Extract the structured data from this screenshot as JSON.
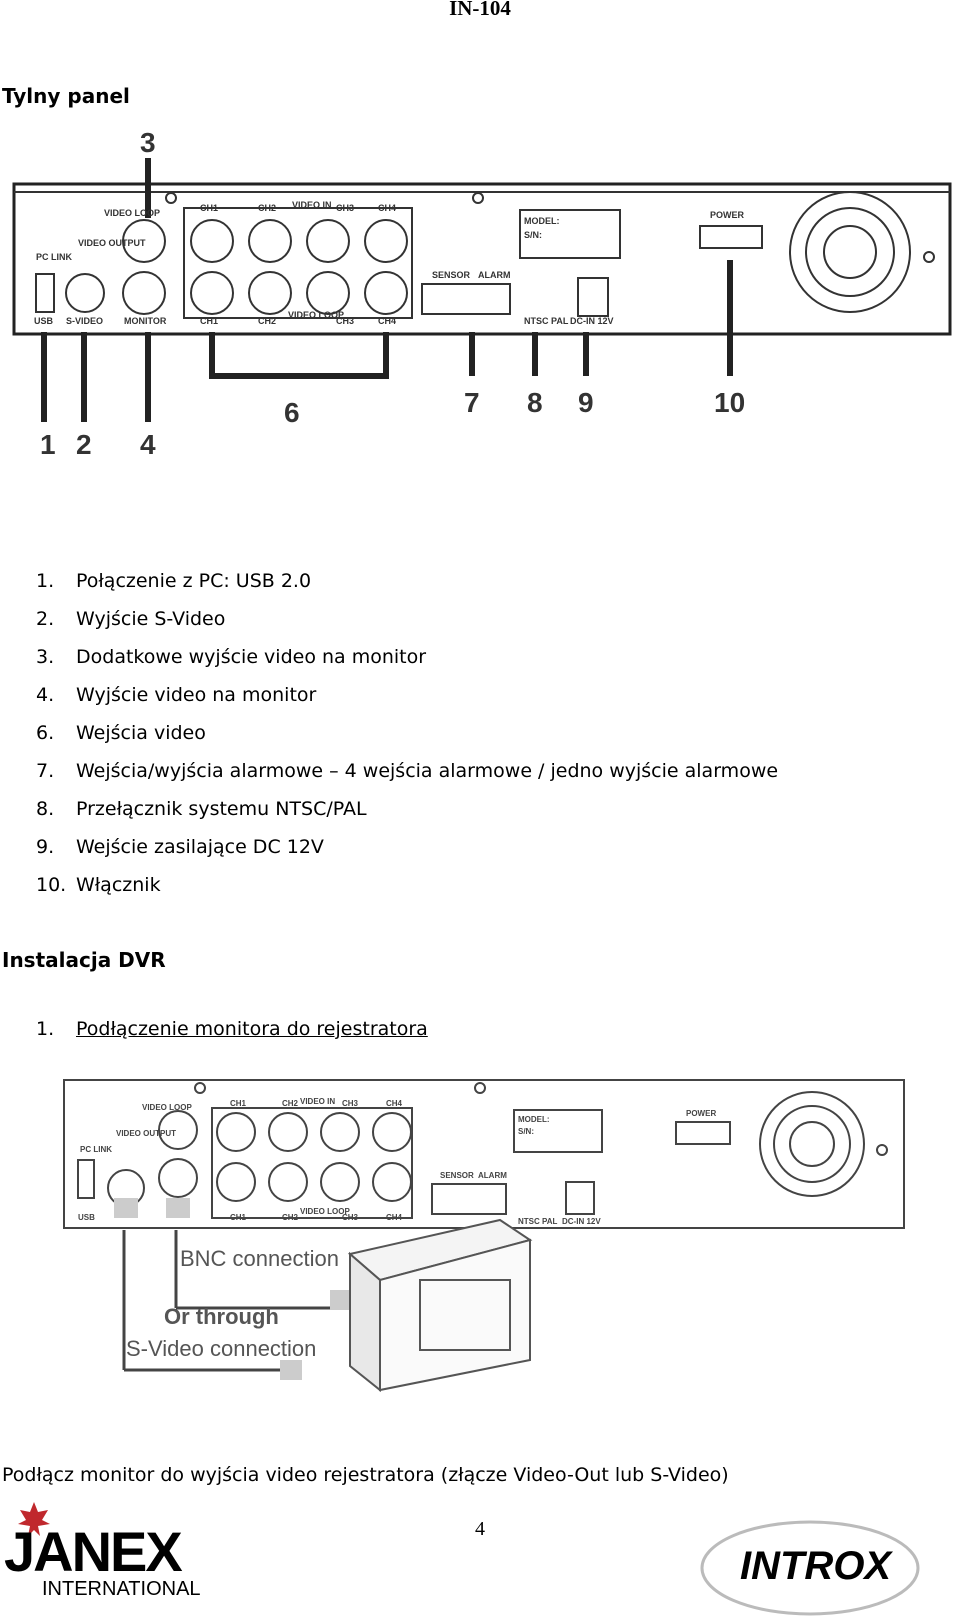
{
  "doc_code": "IN-104",
  "section1": {
    "title": "Tylny panel"
  },
  "panel_labels": {
    "pc_link": "PC LINK",
    "usb": "USB",
    "video_output": "VIDEO OUTPUT",
    "video_loop_top": "VIDEO LOOP",
    "s_video": "S-VIDEO",
    "monitor": "MONITOR",
    "ch1": "CH1",
    "ch2": "CH2",
    "ch3": "CH3",
    "ch4": "CH4",
    "video_in": "VIDEO IN",
    "video_loop": "VIDEO LOOP",
    "sensor": "SENSOR",
    "alarm": "ALARM",
    "model": "MODEL:",
    "sn": "S/N:",
    "ntsc_pal": "NTSC PAL",
    "dc": "DC-IN 12V",
    "power": "POWER"
  },
  "callouts": [
    "1",
    "2",
    "3",
    "4",
    "6",
    "7",
    "8",
    "9",
    "10"
  ],
  "items": [
    {
      "num": "1.",
      "text": "Połączenie z PC: USB 2.0"
    },
    {
      "num": "2.",
      "text": "Wyjście S-Video"
    },
    {
      "num": "3.",
      "text": "Dodatkowe wyjście video na monitor"
    },
    {
      "num": "4.",
      "text": "Wyjście video na monitor"
    },
    {
      "num": "6.",
      "text": "Wejścia video"
    },
    {
      "num": "7.",
      "text": "Wejścia/wyjścia alarmowe – 4 wejścia alarmowe / jedno wyjście alarmowe"
    },
    {
      "num": "8.",
      "text": "Przełącznik systemu NTSC/PAL"
    },
    {
      "num": "9.",
      "text": "Wejście zasilające DC 12V"
    },
    {
      "num": "10.",
      "text": "Włącznik"
    }
  ],
  "section2": {
    "title": "Instalacja DVR"
  },
  "install_step": {
    "num": "1.",
    "text": "Podłączenie monitora do rejestratora"
  },
  "connection_labels": {
    "bnc": "BNC connection",
    "or_through": "Or through",
    "svideo": "S-Video connection"
  },
  "caption": "Podłącz monitor do wyjścia video rejestratora (złącze Video-Out lub S-Video)",
  "page_number": "4",
  "logos": {
    "janex": "JANEX",
    "janex_sub": "INTERNATIONAL",
    "introx": "INTROX"
  }
}
